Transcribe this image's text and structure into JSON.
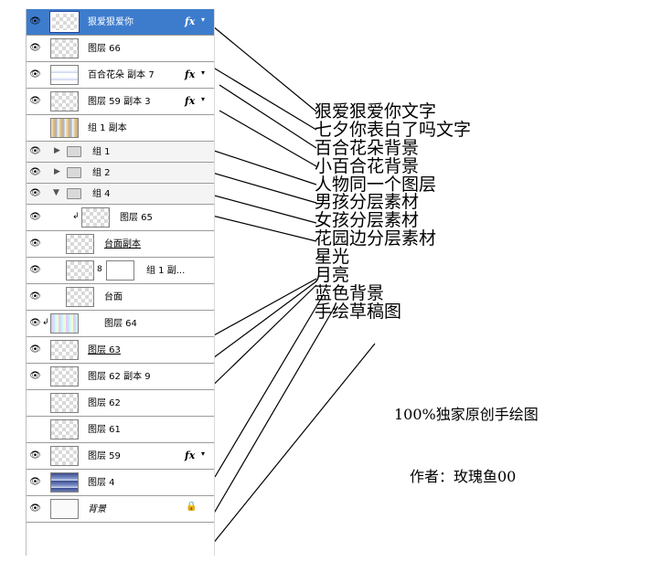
{
  "layers_panel": {
    "rows": [
      {
        "label": "狠爱狠爱你",
        "selected": true,
        "has_fx": true,
        "fx_label": "fx",
        "eye": true
      },
      {
        "label": "图层 66",
        "eye": true
      },
      {
        "label": "百合花朵 副本 7",
        "has_fx": true,
        "fx_label": "fx",
        "eye": true
      },
      {
        "label": "图层 59 副本 3",
        "has_fx": true,
        "fx_label": "fx",
        "eye": true
      },
      {
        "label": "组 1 副本",
        "eye": false
      },
      {
        "label": "组 1",
        "type": "group",
        "expanded": false,
        "eye": true
      },
      {
        "label": "组 2",
        "type": "group",
        "expanded": false,
        "eye": true
      },
      {
        "label": "组 4",
        "type": "group",
        "expanded": true,
        "eye": true
      },
      {
        "label": "图层 65",
        "clipped": true,
        "eye": true
      },
      {
        "label": "台面副本",
        "eye": true
      },
      {
        "label": "组 1 副...",
        "masked": true,
        "eye": true
      },
      {
        "label": "台面",
        "eye": true
      },
      {
        "label": "图层 64",
        "clipped": true,
        "eye": true
      },
      {
        "label": "图层 63",
        "eye": true
      },
      {
        "label": "图层 62 副本 9",
        "eye": true
      },
      {
        "label": "图层 62",
        "eye": false
      },
      {
        "label": "图层 61",
        "eye": false
      },
      {
        "label": "图层 59",
        "has_fx": true,
        "fx_label": "fx",
        "eye": true
      },
      {
        "label": "图层 4",
        "eye": true
      },
      {
        "label": "背景",
        "locked": true,
        "eye": true
      }
    ]
  },
  "annotations": [
    "狠爱狠爱你文字",
    "七夕你表白了吗文字",
    "百合花朵背景",
    "小百合花背景",
    "人物同一个图层",
    "男孩分层素材",
    "女孩分层素材",
    "花园边分层素材",
    "星光",
    "月亮",
    "蓝色背景",
    "手绘草稿图"
  ],
  "credits": {
    "line1": "100%独家原创手绘图",
    "line2": "作者：玫瑰鱼00"
  },
  "icons": {
    "eye": "eye-icon",
    "fx": "fx-icon",
    "folder": "folder-icon",
    "lock": "lock-icon",
    "chain": "link-icon",
    "clip": "clip-arrow-icon"
  },
  "colors": {
    "selection": "#3d7ccd",
    "line": "#000000"
  }
}
